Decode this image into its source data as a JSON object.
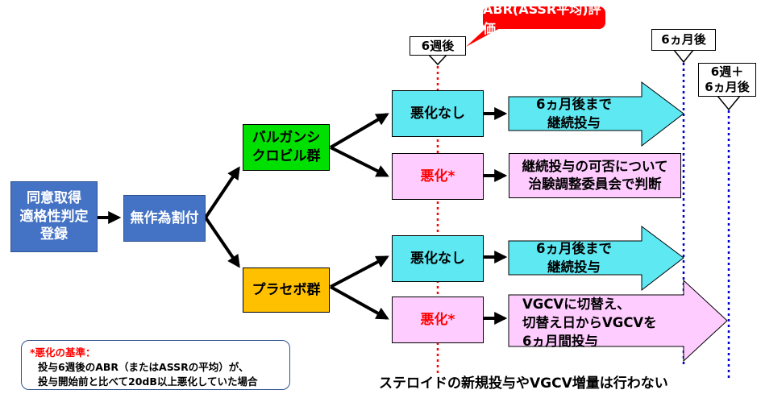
{
  "enroll": {
    "line1": "同意取得",
    "line2": "適格性判定",
    "line3": "登録"
  },
  "randomize": {
    "label": "無作為割付"
  },
  "valgan_group": {
    "line1": "バルガンシ",
    "line2": "クロビル群"
  },
  "placebo_group": {
    "label": "プラセボ群"
  },
  "outcomes": {
    "no_worsening_1": "悪化なし",
    "worsening_1": "悪化*",
    "no_worsening_2": "悪化なし",
    "worsening_2": "悪化*"
  },
  "actions": {
    "continue_1": {
      "line1": "6ヵ月後まで",
      "line2": "継続投与"
    },
    "committee": {
      "line1": "継続投与の可否について",
      "line2": "治験調整委員会で判断"
    },
    "continue_2": {
      "line1": "6ヵ月後まで",
      "line2": "継続投与"
    },
    "switch": {
      "line1": "VGCVに切替え、",
      "line2": "切替え日からVGCVを",
      "line3": "6ヵ月間投与"
    }
  },
  "timeline": {
    "evaluation_callout": "ABR(ASSR平均)評価",
    "week6": "6週後",
    "month6": "6ヵ月後",
    "week6_month6_line1": "6週＋",
    "week6_month6_line2": "6ヵ月後"
  },
  "criteria_note": {
    "title": "*悪化の基準：",
    "line1": "投与6週後のABR（またはASSRの平均）が、",
    "line2": "投与開始前と比べて20dB以上悪化していた場合"
  },
  "footer_note": "ステロイドの新規投与やVGCV増量は行わない",
  "colors": {
    "enroll_blue": "#4472c4",
    "valgan_green": "#00e000",
    "placebo_orange": "#ffc000",
    "no_worsening_cyan": "#5ee8f2",
    "worsening_pink": "#ffccff",
    "callout_red": "#ff0000",
    "timeline_blue": "#0000cc"
  }
}
